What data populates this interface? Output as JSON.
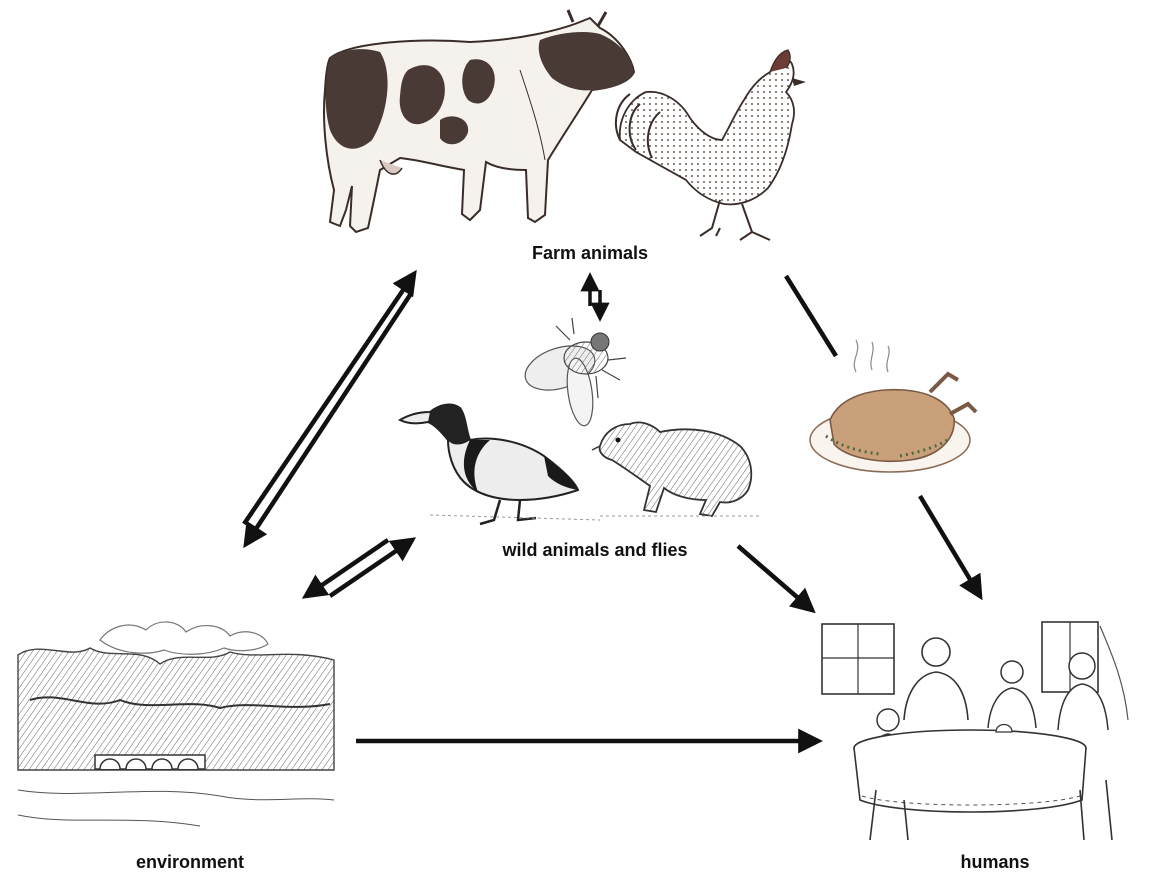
{
  "diagram": {
    "nodes": {
      "farm_animals": {
        "label": "Farm animals",
        "icons": [
          "cow-illustration",
          "rooster-illustration"
        ]
      },
      "wild_animals": {
        "label": "wild animals and flies",
        "icons": [
          "fly-illustration",
          "duck-illustration",
          "rodent-illustration"
        ]
      },
      "environment": {
        "label": "environment",
        "icons": [
          "landscape-illustration"
        ]
      },
      "humans": {
        "label": "humans",
        "icons": [
          "family-dining-illustration"
        ]
      },
      "food": {
        "label": "",
        "icons": [
          "roast-chicken-illustration"
        ]
      }
    },
    "edges": [
      {
        "from": "environment",
        "to": "farm_animals",
        "bidirectional": true
      },
      {
        "from": "environment",
        "to": "wild_animals",
        "bidirectional": true
      },
      {
        "from": "farm_animals",
        "to": "wild_animals",
        "bidirectional": true
      },
      {
        "from": "wild_animals",
        "to": "humans",
        "bidirectional": false
      },
      {
        "from": "environment",
        "to": "humans",
        "bidirectional": false
      },
      {
        "from": "farm_animals",
        "to": "food",
        "bidirectional": false
      },
      {
        "from": "food",
        "to": "humans",
        "bidirectional": false
      }
    ],
    "colors": {
      "ink": "#111111",
      "cow_brown": "#4a3a36",
      "sketch_grey": "#555555",
      "food_tint": "#c9a07a"
    }
  }
}
